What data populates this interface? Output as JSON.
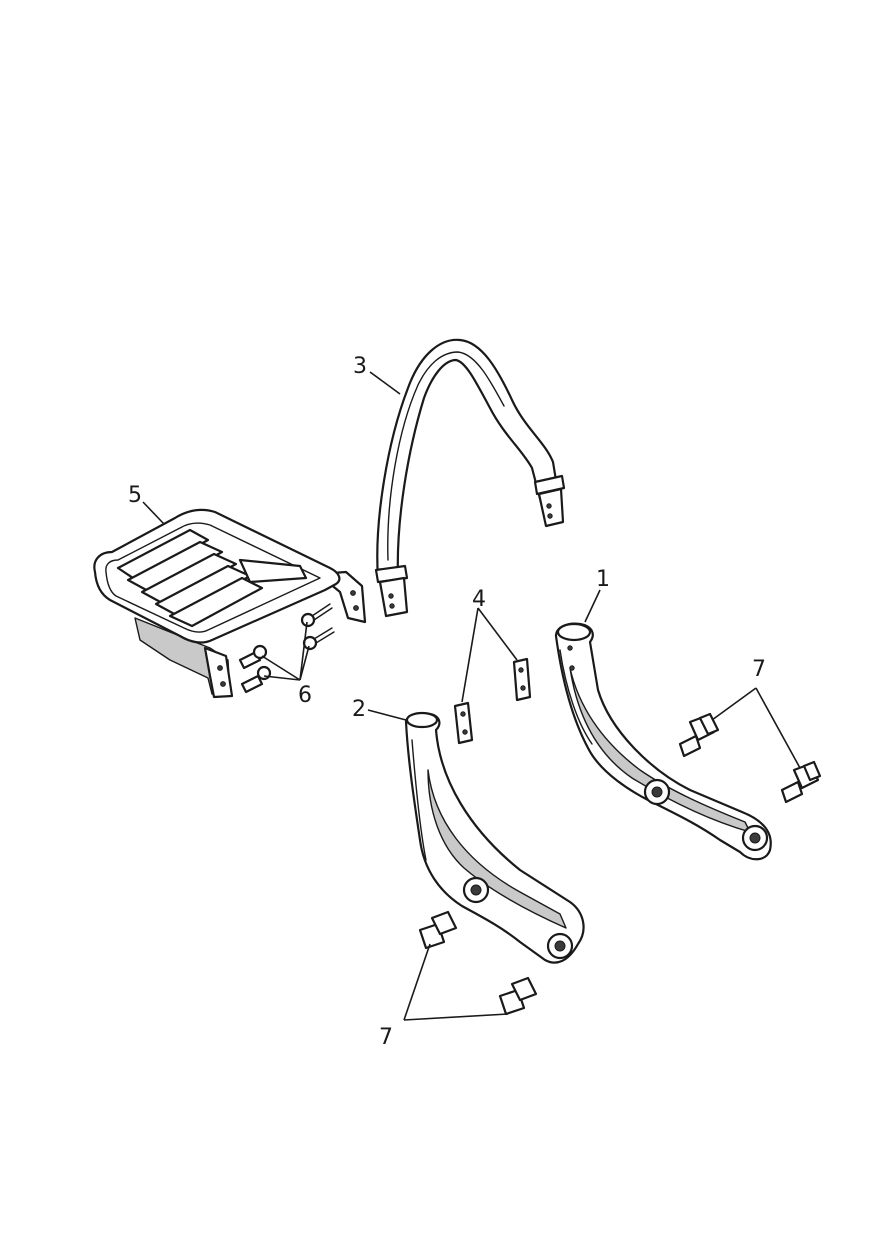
{
  "callouts": {
    "c1": "1",
    "c2": "2",
    "c3": "3",
    "c4": "4",
    "c5": "5",
    "c6": "6",
    "c7_right": "7",
    "c7_bottom": "7"
  },
  "colors": {
    "line": "#1a1a1a",
    "fill": "#ffffff",
    "shade": "#c9c9c9"
  }
}
